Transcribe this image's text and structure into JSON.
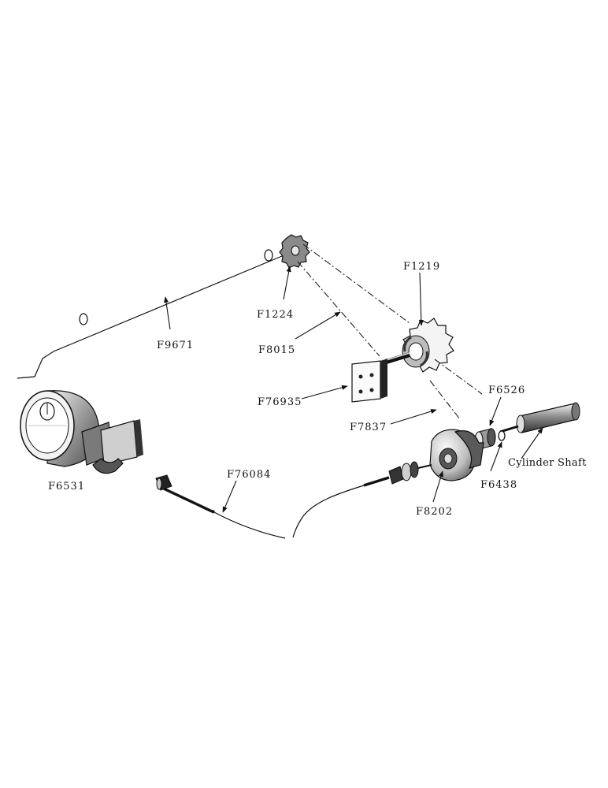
{
  "labels": {
    "f1224": "F1224",
    "f9671": "F9671",
    "f1219": "F1219",
    "f8015": "F8015",
    "f76935": "F76935",
    "f7837": "F7837",
    "f6526": "F6526",
    "f6531": "F6531",
    "f76084": "F76084",
    "f8202": "F8202",
    "f6438": "F6438",
    "cylinder_shaft": "Cylinder Shaft"
  }
}
